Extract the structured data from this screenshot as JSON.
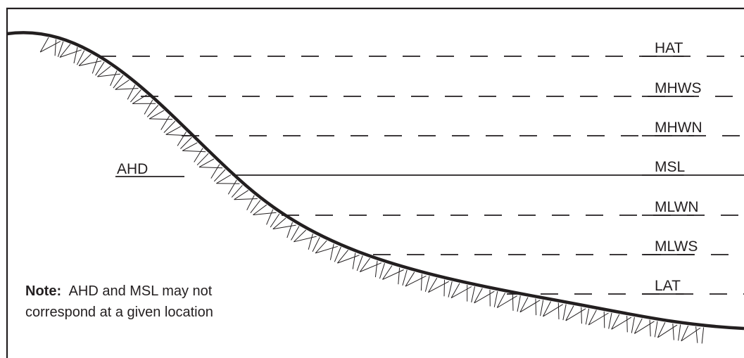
{
  "diagram": {
    "levels": [
      {
        "key": "hat",
        "label": "HAT",
        "style": "dashed"
      },
      {
        "key": "mhws",
        "label": "MHWS",
        "style": "dashed"
      },
      {
        "key": "mhwn",
        "label": "MHWN",
        "style": "dashed"
      },
      {
        "key": "msl",
        "label": "MSL",
        "style": "solid"
      },
      {
        "key": "mlwn",
        "label": "MLWN",
        "style": "dashed"
      },
      {
        "key": "mlws",
        "label": "MLWS",
        "style": "dashed"
      },
      {
        "key": "lat",
        "label": "LAT",
        "style": "dashed"
      }
    ],
    "ahd_label": "AHD",
    "note": {
      "bold": "Note:",
      "line1": "AHD and MSL may not",
      "line2": "correspond at a given location"
    },
    "colors": {
      "ink": "#231f20",
      "background": "#ffffff"
    }
  }
}
